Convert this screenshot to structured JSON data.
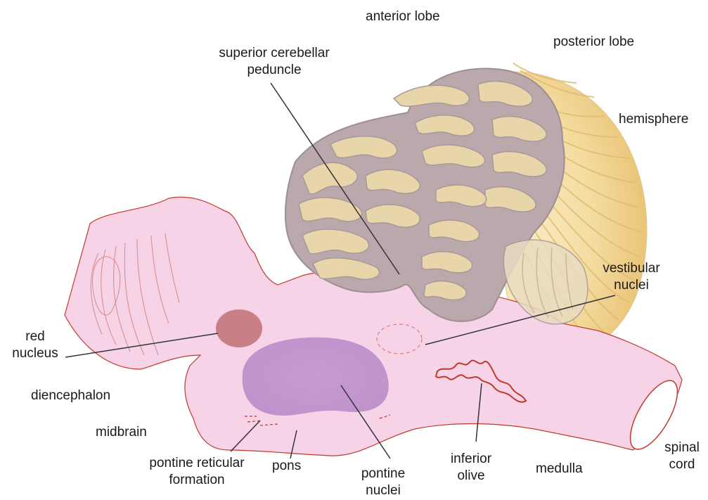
{
  "diagram": {
    "labels": {
      "anterior_lobe": "anterior lobe",
      "posterior_lobe": "posterior lobe",
      "hemisphere": "hemisphere",
      "superior_cerebellar_line1": "superior cerebellar",
      "superior_cerebellar_line2": "peduncle",
      "vestibular_line1": "vestibular",
      "vestibular_line2": "nuclei",
      "red_nucleus_line1": "red",
      "red_nucleus_line2": "nucleus",
      "diencephalon": "diencephalon",
      "midbrain": "midbrain",
      "pontine_reticular_line1": "pontine reticular",
      "pontine_reticular_line2": "formation",
      "pons": "pons",
      "pontine_nuclei_line1": "pontine",
      "pontine_nuclei_line2": "nuclei",
      "inferior_olive_line1": "inferior",
      "inferior_olive_line2": "olive",
      "medulla": "medulla",
      "spinal_cord_line1": "spinal",
      "spinal_cord_line2": "cord"
    },
    "colors": {
      "brainstem_fill": "#f6d3e6",
      "brainstem_outline": "#c0392b",
      "red_nucleus": "#c97f86",
      "pontine_nuclei": "#c79bd2",
      "cerebellum_folia_fill": "#e8d6aa",
      "cerebellum_outline": "#9d8f93",
      "hemisphere_fill": "#f3dca0",
      "leader_lines": "#333333"
    }
  }
}
